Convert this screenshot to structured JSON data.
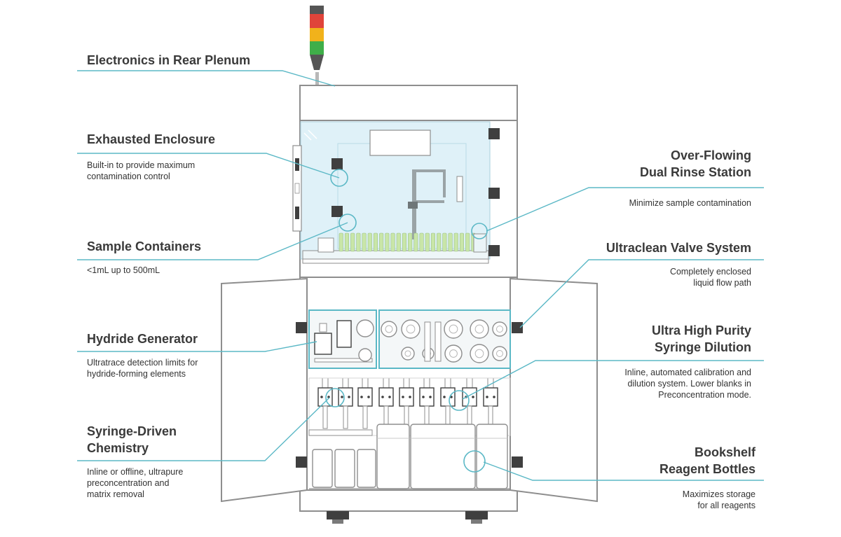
{
  "callouts": [
    {
      "id": "electronics",
      "title": "Electronics in Rear Plenum",
      "desc": ""
    },
    {
      "id": "enclosure",
      "title": "Exhausted Enclosure",
      "desc": "Built-in to provide maximum\ncontamination control"
    },
    {
      "id": "sample",
      "title": "Sample Containers",
      "desc": "<1mL up to 500mL"
    },
    {
      "id": "hydride",
      "title": "Hydride Generator",
      "desc": "Ultratrace detection limits for\nhydride-forming elements"
    },
    {
      "id": "syringe_chem",
      "title": "Syringe-Driven\nChemistry",
      "desc": "Inline or offline, ultrapure\npreconcentration and\nmatrix removal"
    },
    {
      "id": "rinse",
      "title": "Over-Flowing\nDual Rinse Station",
      "desc": "Minimize sample contamination"
    },
    {
      "id": "valve",
      "title": "Ultraclean Valve System",
      "desc": "Completely enclosed\nliquid flow path"
    },
    {
      "id": "dilution",
      "title": "Ultra High Purity\nSyringe Dilution",
      "desc": "Inline, automated calibration and\ndilution system. Lower blanks in\nPreconcentration mode."
    },
    {
      "id": "bookshelf",
      "title": "Bookshelf\nReagent Bottles",
      "desc": "Maximizes storage\nfor all reagents"
    }
  ],
  "colors": {
    "accent": "#5bb8c6",
    "outline": "#8e8e8e",
    "dark": "#3f3f3f",
    "glass": "#dff1f8",
    "beacon_red": "#e0443a",
    "beacon_yellow": "#f1b21b",
    "beacon_green": "#3fae49"
  }
}
